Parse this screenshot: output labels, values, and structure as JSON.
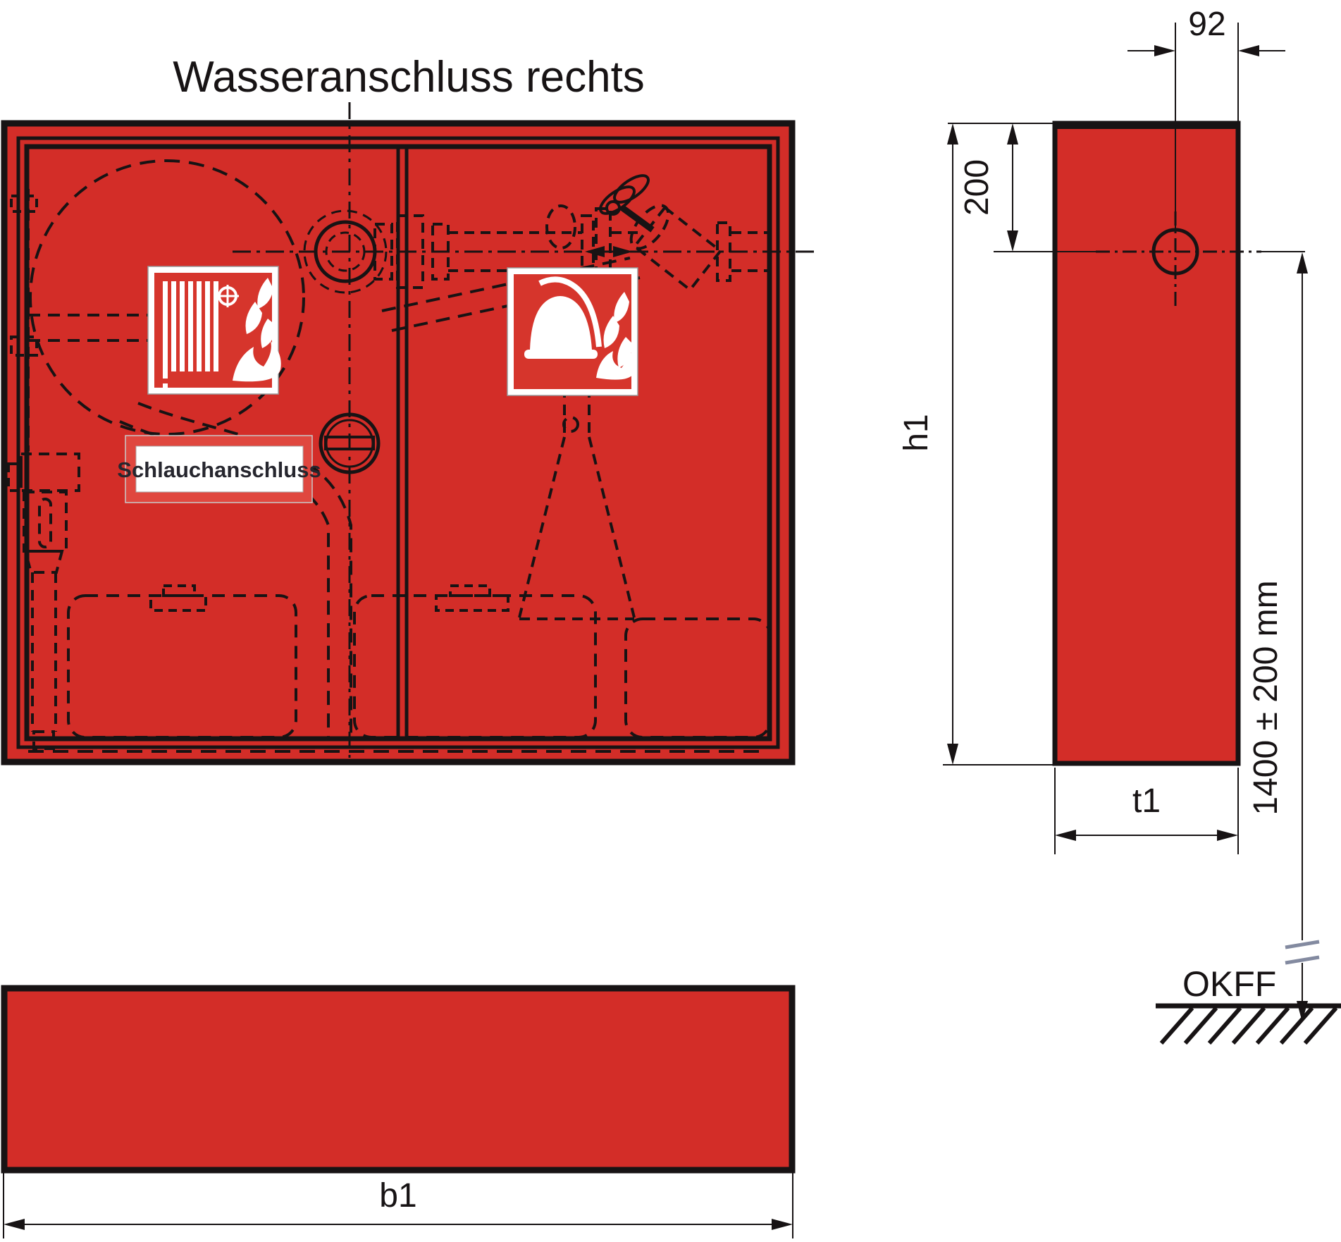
{
  "title": "Wasseranschluss rechts",
  "cabinet": {
    "hose_connection_label": "Schlauchanschluss",
    "signs": {
      "hose_reel": "fire-hose-reel-pictogram",
      "fire_equipment": "helmet-and-flames-pictogram"
    }
  },
  "dimensions": {
    "hole_to_edge": "92",
    "hole_from_top": "200",
    "height": "h1",
    "depth": "t1",
    "width": "b1",
    "mounting_height": "1400 ± 200 mm",
    "floor_level": "OKFF"
  },
  "colors": {
    "cabinet_red": "#d32d28",
    "sign_red": "#d6352c",
    "label_frame_red": "#e0473f",
    "line_black": "#171314",
    "break_mark_gray": "#838aa0"
  }
}
